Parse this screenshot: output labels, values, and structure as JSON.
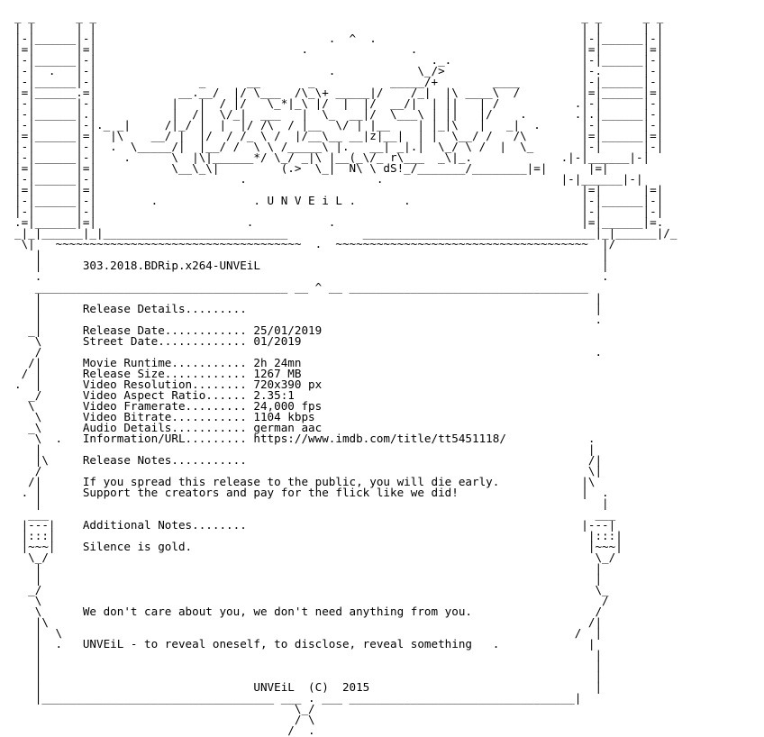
{
  "colors": {
    "background": "#ffffff",
    "text": "#000000"
  },
  "nfo": {
    "lines": [
      "_ _      _ _                                                                       _ _      _ _",
      "| |      | |                                                                       | |      | |",
      "|-|______|-|                                  .  ^  .                              |-|______|-|",
      "|=|      |=|                              .               .                        |=|      |=|",
      "|-|______|-|                                                 ._.                   |-|______|-|",
      "|-|  .   |-|                                  .            \\_/>                    |-.      |-|",
      "|-|______|-|               _      __       _           _____/+        ____         |-|______|-|",
      "|=|______.=|            __.__/  |/ \\___  /\\_\\+ _____|/    /_|  |\\ ____\\  /         |=|______|=|",
      "|-|      |-|           |   |  / |/   \\_*|_\\ |/  |  |/  __/|  | ||   | /           .|-|      |-|",
      "|-|______|.|           |  /|  \\/_|  ___   |  \\_  __|/  \\___\\ | ||   |/    .       .|.|______|-|",
      "|-|      |-|._ _|     /|_/ |  |  |/ /\\  / |__  \\/ | |__    | |_|\\   |   _|  .      |-|      |-|",
      "|=|______|=|  |\\    __/ |  |/  / /_ \\ /  |/__\\__ __|z|__|  | |  \\__/ /   /\\        |=|______|=|",
      "|-|      |-|  .  \\_____/|  |__/ /  \\ \\ /_____\\ |.   __| _|.|  \\_/ \\ /  |  \\_       |-|      |-|",
      "|-|______|-|    .      \\  |\\|______*/ \\_/ _|\\ |__(_\\/_ r\\___  _\\|_.             .|-|______|-|",
      "|=|      |=|           \\__\\_\\|         (.>  \\_|  N\\ \\ dS!_/_______/________|=|      |=|",
      "|-|______|-|                     .                   .                          |-|______|-|",
      "|=|      |=|                                                                       |=|      |=|",
      "|-|______|-|        .              . U N V E i L .       .                         |-|______|-|",
      "|-|      |-|                                                                       |-|      |-|",
      ".=|______|=|                      .           .                                    |=|______|=.",
      "_|_|______|_|___________________________           __________________________________|_|______|/_",
      " \\|   ~~~~~~~~~~~~~~~~~~~~~~~~~~~~~~~~~~~~  .  ~~~~~~~~~~~~~~~~~~~~~~~~~~~~~~~~~~~~~  |/",
      "   |                                                                                  |",
      "   |      303.2018.BDRip.x264-UNVEiL                                                  |",
      "   .                                                                                  .",
      "   _____________________________________ __ ^ __ ___________________________________",
      "   |                                                                                 |",
      "   |      Release Details.........                                                   |",
      "   |                                                                                 .",
      "  _|      Release Date............ 25/01/2019",
      "   \\      Street Date............. 01/2019",
      "   /                                                                                 .",
      "  /|      Movie Runtime........... 2h 24mn",
      " / |      Release Size............ 1267 MB",
      ".  |      Video Resolution........ 720x390 px",
      "  _/      Video Aspect Ratio...... 2.35:1",
      "  \\       Video Framerate......... 24,000 fps",
      "   \\      Video Bitrate........... 1104 kbps",
      "  _\\      Audio Details........... german aac",
      "   \\  .   Information/URL......... https://www.imdb.com/title/tt5451118/            .",
      "   |                                                                                |",
      "   |\\     Release Notes...........                                                  /|",
      "   /                                                                                \\|",
      "  /|      If you spread this release to the public, you will die early.            |\\",
      " . |      Support the creators and pay for the flick like we did!                  |  .",
      "   |                                                                                  |",
      "  ___                                                                                ___",
      " |---|    Additional Notes........                                                 |---|",
      " |:::|                                                                              |:::|",
      " |~~~|    Silence is gold.                                                          |~~~|",
      "  \\_/                                                                                \\_/",
      "   |                                                                                 |",
      "   |                                                                                 |",
      "  _/                                                                                 \\_",
      "   \\                                                                                  /",
      "   \\      We don't care about you, we don't need anything from you.                  /",
      "   |\\                                                                               /|",
      "   |  \\                                                                           /  |",
      "   |  .   UNVEiL - to reveal oneself, to disclose, reveal something   .             |",
      "   |                                                                                 |",
      "   |                                                                                 |",
      "   |                                                                                 |",
      "   |                               UNVEiL  (C)  2015                                 |",
      "   |__________________________________ ___ . ___ _________________________________|",
      "                                         \\_/",
      "                                         / \\",
      "                                        /  .",
      ""
    ]
  }
}
